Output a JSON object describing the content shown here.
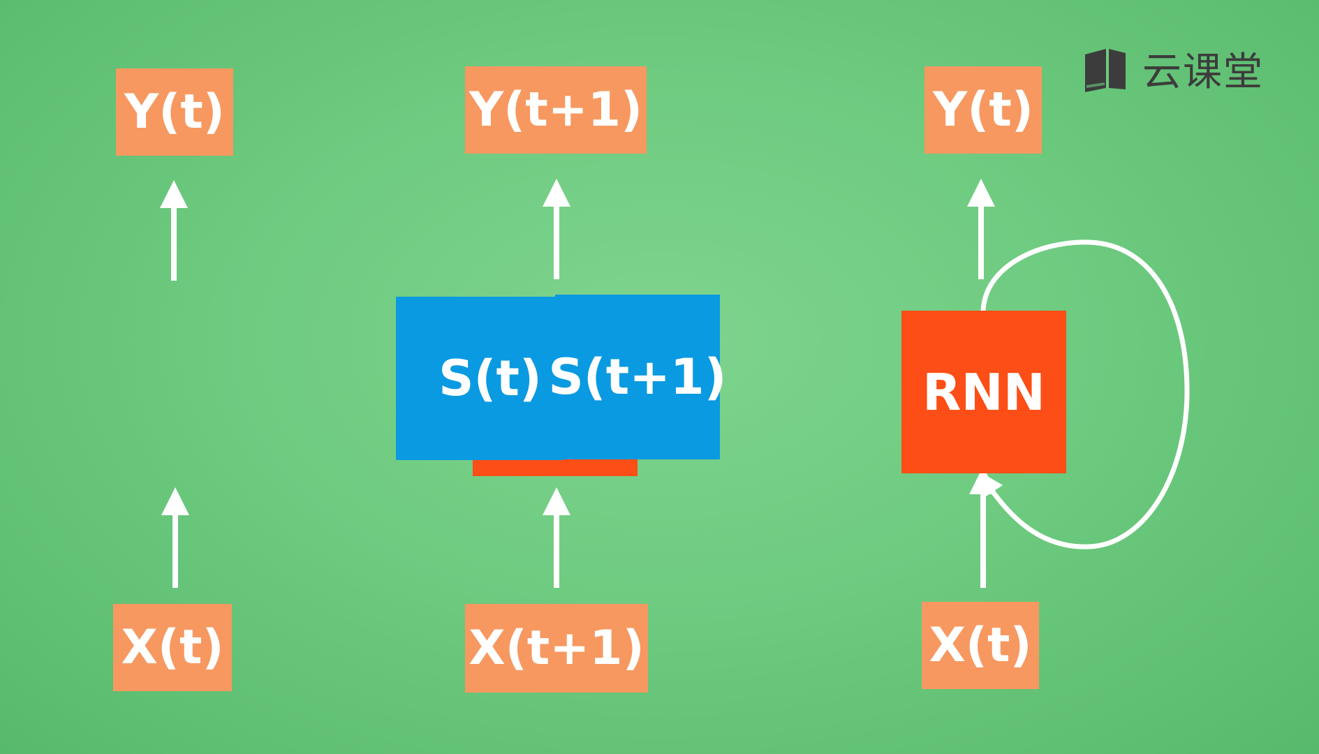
{
  "logo": {
    "text": "云课堂",
    "icon": "book-icon"
  },
  "diagram": {
    "left_column": {
      "output": "Y(t)",
      "input": "X(t)"
    },
    "middle_column": {
      "output": "Y(t+1)",
      "input": "X(t+1)",
      "state_a": "S(t)",
      "state_b": "S(t+1)"
    },
    "right_column": {
      "output": "Y(t)",
      "input": "X(t)",
      "cell": "RNN"
    }
  },
  "colors": {
    "background": "#6ecb80",
    "io_box": "#f79860",
    "state_box": "#0a9ae2",
    "rnn_box": "#fc4e16",
    "arrow": "#ffffff",
    "logo": "#3c3c3c"
  }
}
